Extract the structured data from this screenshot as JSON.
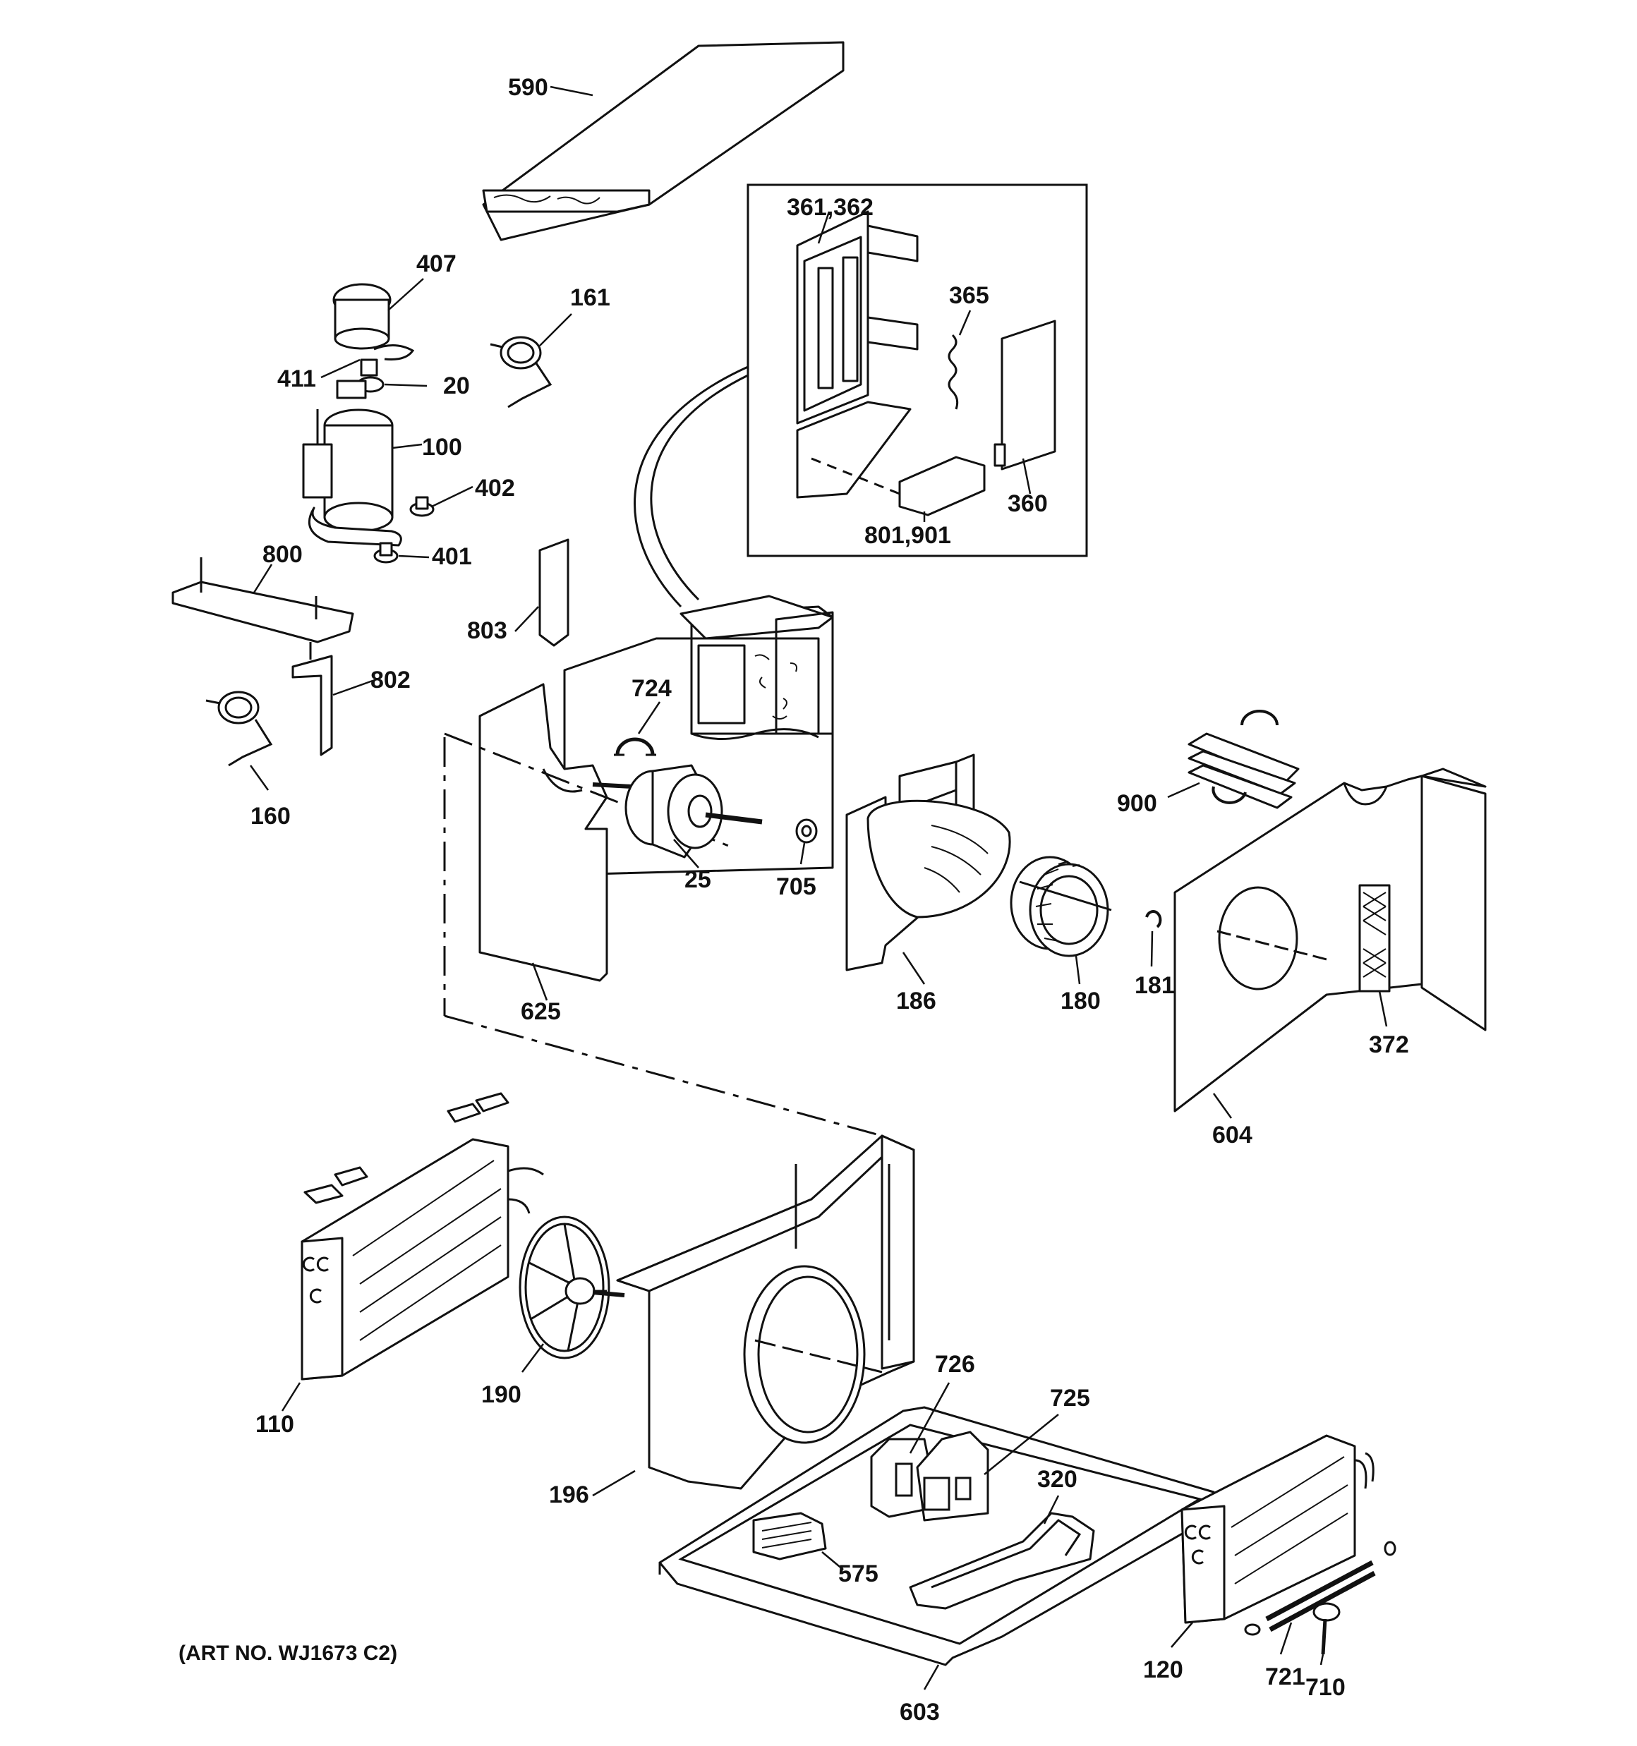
{
  "labels": {
    "590": "590",
    "361_362": "361,362",
    "365": "365",
    "360": "360",
    "801_901": "801,901",
    "407": "407",
    "411": "411",
    "20": "20",
    "161": "161",
    "100": "100",
    "402": "402",
    "401": "401",
    "800": "800",
    "803": "803",
    "802": "802",
    "724": "724",
    "160": "160",
    "900": "900",
    "25": "25",
    "705": "705",
    "186": "186",
    "180": "180",
    "181": "181",
    "625": "625",
    "372": "372",
    "604": "604",
    "110": "110",
    "190": "190",
    "726": "726",
    "725": "725",
    "320": "320",
    "196": "196",
    "575": "575",
    "603": "603",
    "120": "120",
    "721": "721",
    "710": "710"
  },
  "art_number": "(ART NO. WJ1673 C2)"
}
